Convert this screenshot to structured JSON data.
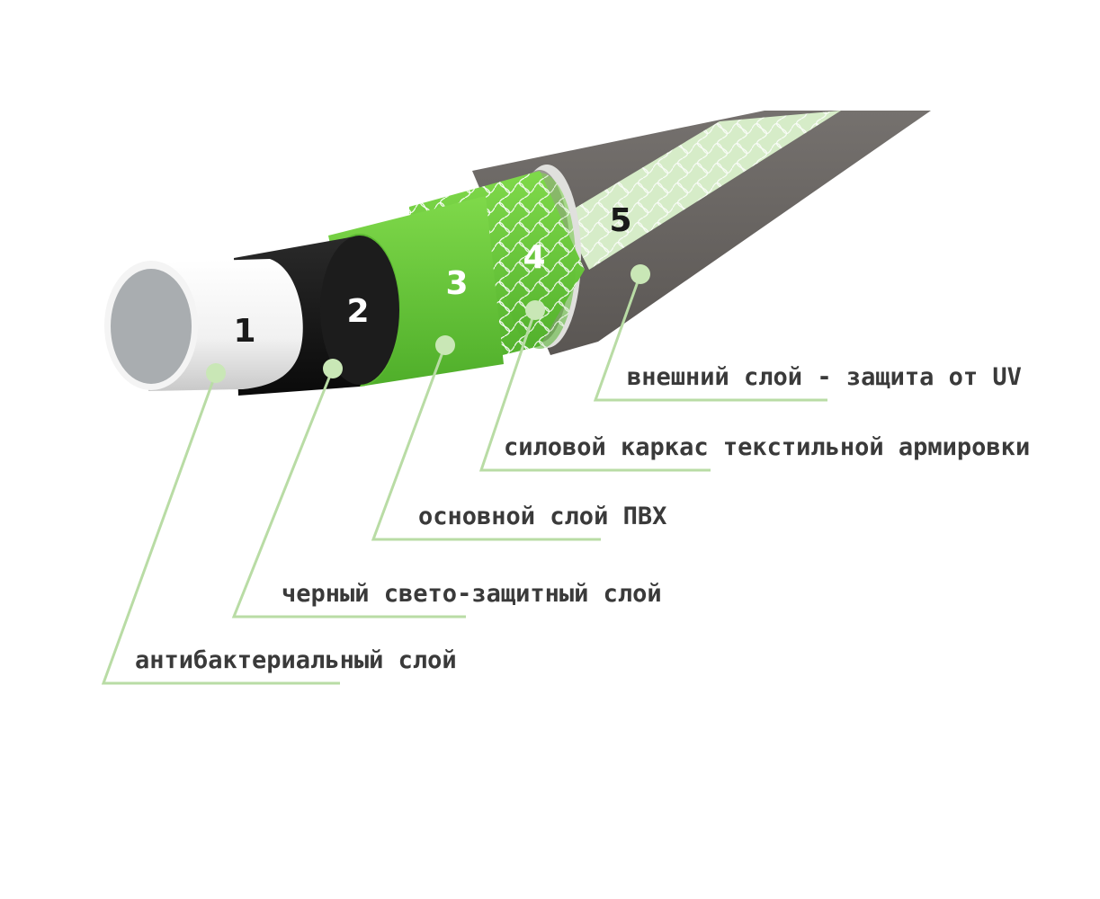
{
  "layers": [
    {
      "number": "1",
      "label": "антибактериальный слой"
    },
    {
      "number": "2",
      "label": "черный свето-защитный слой"
    },
    {
      "number": "3",
      "label": "основной слой ПВХ"
    },
    {
      "number": "4",
      "label": "силовой каркас текстильной армировки"
    },
    {
      "number": "5",
      "label": "внешний слой - защита от UV"
    }
  ],
  "colors": {
    "outer": "#6b6764",
    "green": "#6ccb3a",
    "black": "#141414",
    "white": "#f2f2f2",
    "bore": "#a9adb0",
    "mesh": "#dcefc9",
    "leader": "#b9dca5",
    "text": "#3a3a3a"
  }
}
